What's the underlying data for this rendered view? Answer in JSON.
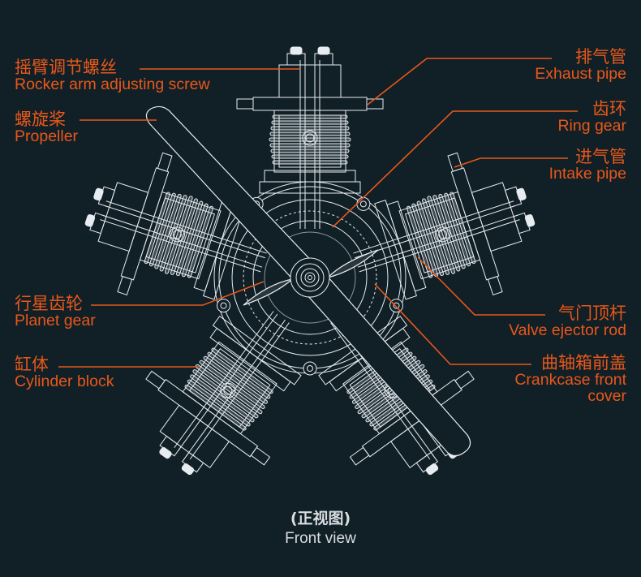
{
  "colors": {
    "background": "#111f27",
    "accent": "#e8581a",
    "line_art": "#e6ecef",
    "caption": "#d9dde0"
  },
  "labels": {
    "rocker_arm": {
      "cn": "摇臂调节螺丝",
      "en": "Rocker arm adjusting screw"
    },
    "propeller": {
      "cn": "螺旋桨",
      "en": "Propeller"
    },
    "planet_gear": {
      "cn": "行星齿轮",
      "en": "Planet gear"
    },
    "cylinder_block": {
      "cn": "缸体",
      "en": "Cylinder block"
    },
    "exhaust_pipe": {
      "cn": "排气管",
      "en": "Exhaust pipe"
    },
    "ring_gear": {
      "cn": "齿环",
      "en": "Ring gear"
    },
    "intake_pipe": {
      "cn": "进气管",
      "en": "Intake pipe"
    },
    "valve_ejector_rod": {
      "cn": "气门顶杆",
      "en": "Valve ejector rod"
    },
    "crankcase_cover": {
      "cn": "曲轴箱前盖",
      "en": "Crankcase front",
      "en2": "cover"
    }
  },
  "caption": {
    "cn": "(正视图)",
    "en": "Front view"
  },
  "engine": {
    "cylinder_count": 5,
    "type": "radial engine line drawing"
  }
}
